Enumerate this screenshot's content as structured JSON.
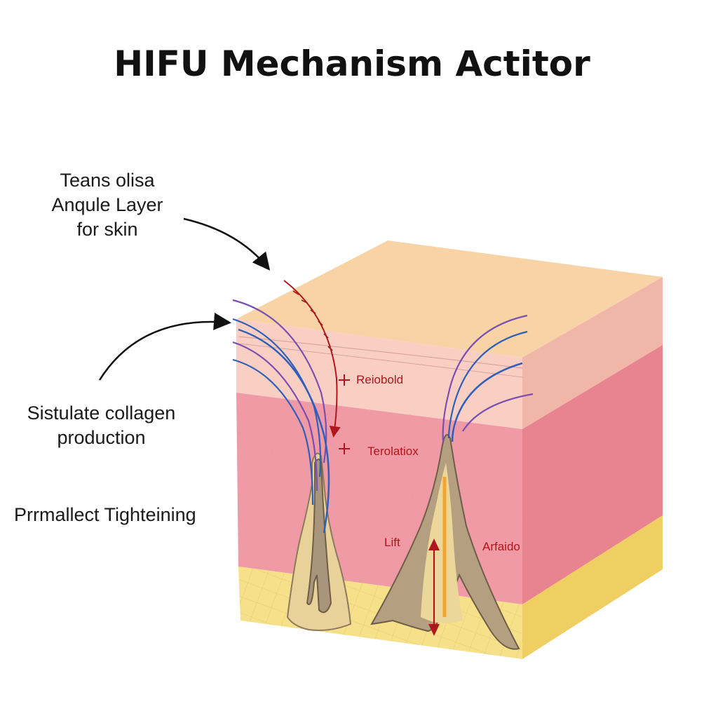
{
  "title": "HIFU Mechanism Actitor",
  "labels": {
    "top_left": [
      "Teans olisa",
      "Anqule Layer",
      "for skin"
    ],
    "middle_left": [
      "Sistulate collagen",
      "production"
    ],
    "bottom_left": "Prrmallect Tighteining"
  },
  "diagram_labels": {
    "reiobold": "Reiobold",
    "terolatiox": "Terolatiox",
    "lift": "Lift",
    "arfaido": "Arfaido"
  },
  "colors": {
    "top_face": "#f7d3a6",
    "epidermis": "#f9cfc4",
    "dermis": "#ef9aa5",
    "fat_layer": "#f7e08a",
    "right_face_dermis": "#e8848f",
    "arrow_red": "#b0161d",
    "wave_blue": "#2f5fb8",
    "wave_purple": "#7a4fb0"
  }
}
